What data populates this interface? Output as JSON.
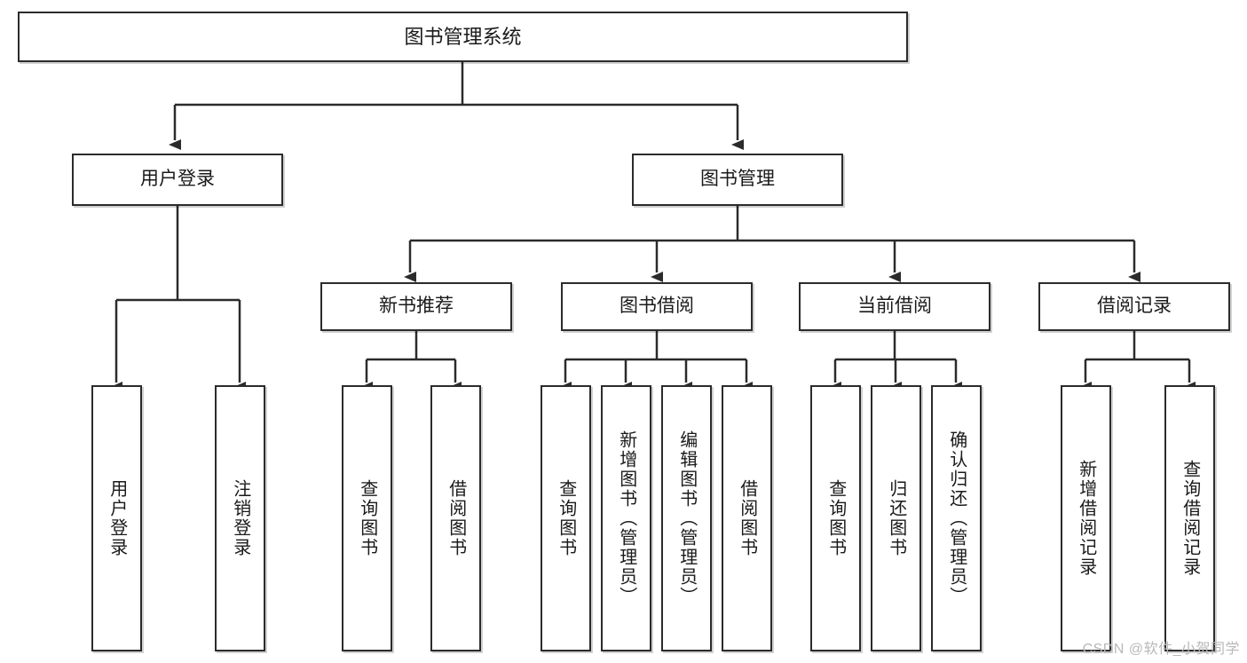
{
  "diagram": {
    "type": "tree-hierarchy-flowchart",
    "title_node": {
      "id": "root",
      "label": "图书管理系统"
    },
    "level2": [
      {
        "id": "user-login",
        "label": "用户登录"
      },
      {
        "id": "book-management",
        "label": "图书管理"
      }
    ],
    "level3": [
      {
        "id": "new-book-recommend",
        "label": "新书推荐",
        "parent": "book-management"
      },
      {
        "id": "book-borrow",
        "label": "图书借阅",
        "parent": "book-management"
      },
      {
        "id": "current-borrow",
        "label": "当前借阅",
        "parent": "book-management"
      },
      {
        "id": "borrow-record",
        "label": "借阅记录",
        "parent": "book-management"
      }
    ],
    "leaves": [
      {
        "id": "leaf-user-login",
        "label": "用户登录",
        "parent": "user-login"
      },
      {
        "id": "leaf-logout-login",
        "label": "注销登录",
        "parent": "user-login"
      },
      {
        "id": "leaf-query-book-1",
        "label": "查询图书",
        "parent": "new-book-recommend"
      },
      {
        "id": "leaf-borrow-book-1",
        "label": "借阅图书",
        "parent": "new-book-recommend"
      },
      {
        "id": "leaf-query-book-2",
        "label": "查询图书",
        "parent": "book-borrow"
      },
      {
        "id": "leaf-add-book-admin",
        "label": "新增图书（管理员）",
        "parent": "book-borrow"
      },
      {
        "id": "leaf-edit-book-admin",
        "label": "编辑图书（管理员）",
        "parent": "book-borrow"
      },
      {
        "id": "leaf-borrow-book-2",
        "label": "借阅图书",
        "parent": "book-borrow"
      },
      {
        "id": "leaf-query-book-3",
        "label": "查询图书",
        "parent": "current-borrow"
      },
      {
        "id": "leaf-return-book",
        "label": "归还图书",
        "parent": "current-borrow"
      },
      {
        "id": "leaf-confirm-return-admin",
        "label": "确认归还（管理员）",
        "parent": "current-borrow"
      },
      {
        "id": "leaf-add-borrow-record",
        "label": "新增借阅记录",
        "parent": "borrow-record"
      },
      {
        "id": "leaf-query-borrow-record",
        "label": "查询借阅记录",
        "parent": "borrow-record"
      }
    ],
    "watermark": "CSDN @软件_小贺同学",
    "colors": {
      "stroke": "#2b2b2b",
      "fill": "#ffffff",
      "text": "#1a1a1a",
      "watermark": "#b8b8b8"
    }
  }
}
